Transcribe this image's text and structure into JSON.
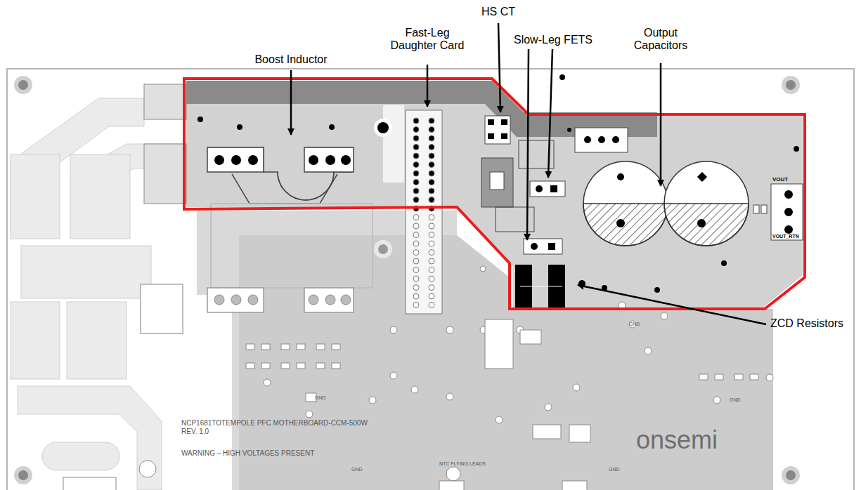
{
  "diagram": {
    "labels": [
      "Boost Inductor",
      "Fast-Leg Daughter Card",
      "HS CT",
      "Slow-Leg FETS",
      "Output Capacitors",
      "ZCD Resistors",
      "VOUT",
      "VOUT_RTN",
      "NCP1681TOTEMPOLE PFC MOTHERBOARD-CCM-500W",
      "REV. 1.0",
      "WARNING – HIGH VOLTAGES PRESENT",
      "onsemi",
      "NTC FLYING LEADS",
      "GND",
      "GND",
      "GND",
      "GND",
      "GND"
    ]
  }
}
